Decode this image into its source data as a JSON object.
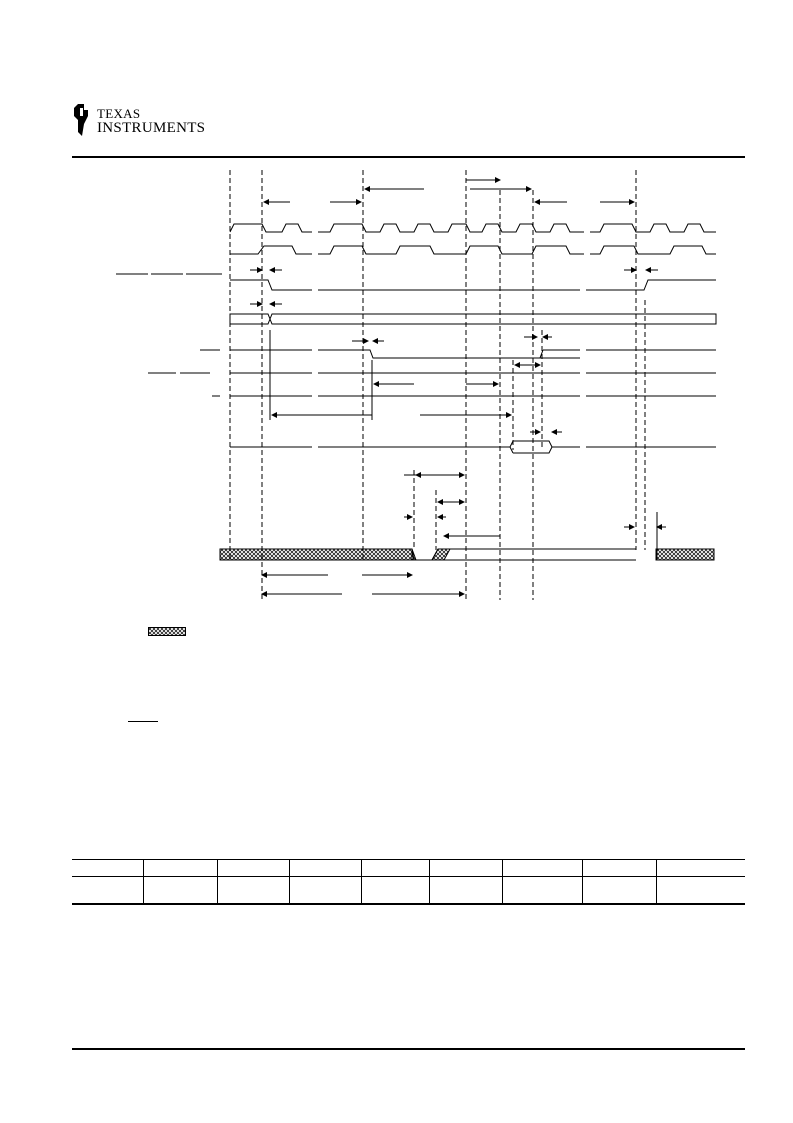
{
  "header": {
    "logo_line1": "TEXAS",
    "logo_line2": "INSTRUMENTS"
  },
  "colors": {
    "line": "#000000",
    "hatch": "#000000",
    "background": "#ffffff"
  },
  "icons": {
    "logo": "ti-logo-icon",
    "undefined_state": "crosshatch-swatch-icon"
  },
  "table": {
    "columns": 9,
    "rows": 2
  }
}
